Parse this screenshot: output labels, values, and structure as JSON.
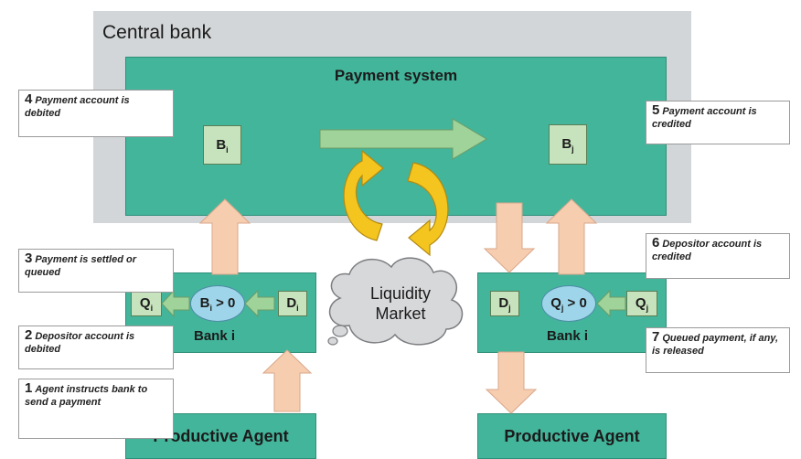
{
  "central_bank": {
    "label": "Central bank"
  },
  "payment_system": {
    "title": "Payment system",
    "left_box": "B",
    "left_sub": "i",
    "right_box": "B",
    "right_sub": "j"
  },
  "liquidity_market": {
    "line1": "Liquidity",
    "line2": "Market"
  },
  "bank_left": {
    "q": "Q",
    "q_sub": "i",
    "cond": "B",
    "cond_sub": "i",
    "cond_rest": " > 0",
    "d": "D",
    "d_sub": "i",
    "label": "Bank i"
  },
  "bank_right": {
    "d": "D",
    "d_sub": "j",
    "cond": "Q",
    "cond_sub": "j",
    "cond_rest": " > 0",
    "q": "Q",
    "q_sub": "j",
    "label": "Bank i"
  },
  "agents": {
    "left": "Productive Agent",
    "right": "Productive Agent"
  },
  "notes": [
    {
      "num": "1",
      "text": "Agent instructs bank to send a payment"
    },
    {
      "num": "2",
      "text": "Depositor account is debited"
    },
    {
      "num": "3",
      "text": "Payment is settled or queued"
    },
    {
      "num": "4",
      "text": "Payment account is debited"
    },
    {
      "num": "5",
      "text": "Payment account is credited"
    },
    {
      "num": "6",
      "text": "Depositor account is credited"
    },
    {
      "num": "7",
      "text": "Queued payment, if any, is released"
    }
  ],
  "colors": {
    "teal": "#43b59b",
    "light_green": "#c7e3bd",
    "light_blue": "#9fd5ea",
    "peach_arrow": "#f7cdb0",
    "yellow_arrow": "#f4c51f",
    "gray_panel": "#d3d6d8",
    "cloud": "#d7d8da"
  }
}
